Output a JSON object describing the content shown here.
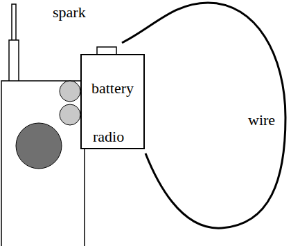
{
  "diagram": {
    "nodes": [
      {
        "text": [
          "battery"
        ]
      }
    ],
    "labels": [
      "spark",
      "wire",
      "radio"
    ]
  }
}
